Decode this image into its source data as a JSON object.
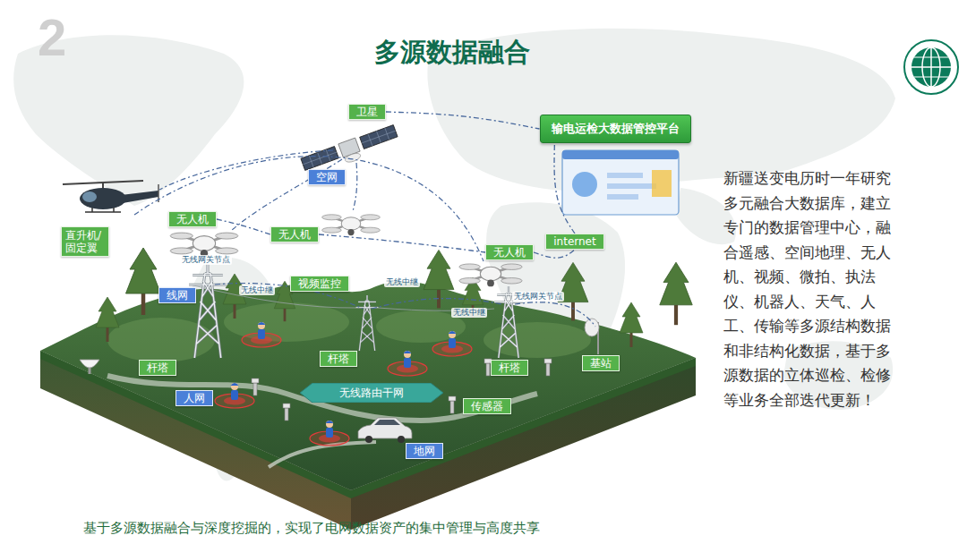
{
  "diagram": {
    "title": "多源数据融合",
    "caption": "基于多源数据融合与深度挖掘的，实现了电网数据资产的集中管理与高度共享",
    "nodes": [
      {
        "text": [
          "卫星"
        ]
      },
      {
        "text": [
          "输电运检大数据管控平台"
        ]
      },
      {
        "text": [
          "空网"
        ]
      },
      {
        "text": [
          "无人机"
        ]
      },
      {
        "text": [
          "直升机/固定翼"
        ]
      },
      {
        "text": [
          "无人机"
        ]
      },
      {
        "text": [
          "internet"
        ]
      },
      {
        "text": [
          "无人机"
        ]
      },
      {
        "text": [
          "视频监控"
        ]
      },
      {
        "text": [
          "线网"
        ]
      },
      {
        "text": [
          "杆塔"
        ]
      },
      {
        "text": [
          "基站"
        ]
      },
      {
        "text": [
          "杆塔"
        ]
      },
      {
        "text": [
          "杆塔"
        ]
      },
      {
        "text": [
          "无线路由干网"
        ]
      },
      {
        "text": [
          "人网"
        ]
      },
      {
        "text": [
          "传感器"
        ]
      },
      {
        "text": [
          "地网"
        ]
      }
    ],
    "edges": [
      {
        "from": 0,
        "to": 1,
        "arrow": "none"
      },
      {
        "from": 3,
        "to": 5,
        "arrow": "none"
      },
      {
        "from": 5,
        "to": 7,
        "arrow": "none"
      },
      {
        "from": 7,
        "to": 6,
        "arrow": "none"
      },
      {
        "from": 6,
        "to": 1,
        "arrow": "none"
      }
    ],
    "labels": [
      "2",
      "新疆送变电历时一年研究多元融合大数据库，建立专门的数据管理中心，融合遥感、空间地理、无人机、视频、微拍、执法仪、机器人、天气、人工、传输等多源结构数据和非结构化数据，基于多源数据的立体巡检、检修等业务全部迭代更新！",
      "无线网关节点",
      "无线中继",
      "无线中继",
      "无线中继",
      "无线网关节点"
    ]
  }
}
